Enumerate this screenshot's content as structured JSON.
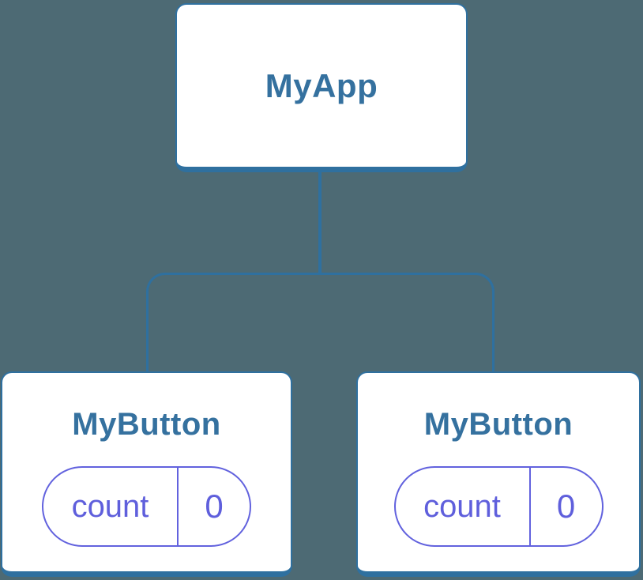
{
  "diagram": {
    "type": "component-tree",
    "background_color": "#4D6A74",
    "connector_color": "#2F709F",
    "card_border_color": "#2F709F",
    "title_color": "#35719F",
    "state_accent_color": "#6262DE",
    "state_text_color": "#5F5FDC",
    "root": {
      "title": "MyApp"
    },
    "children": [
      {
        "title": "MyButton",
        "state": {
          "key": "count",
          "value": "0"
        }
      },
      {
        "title": "MyButton",
        "state": {
          "key": "count",
          "value": "0"
        }
      }
    ]
  }
}
